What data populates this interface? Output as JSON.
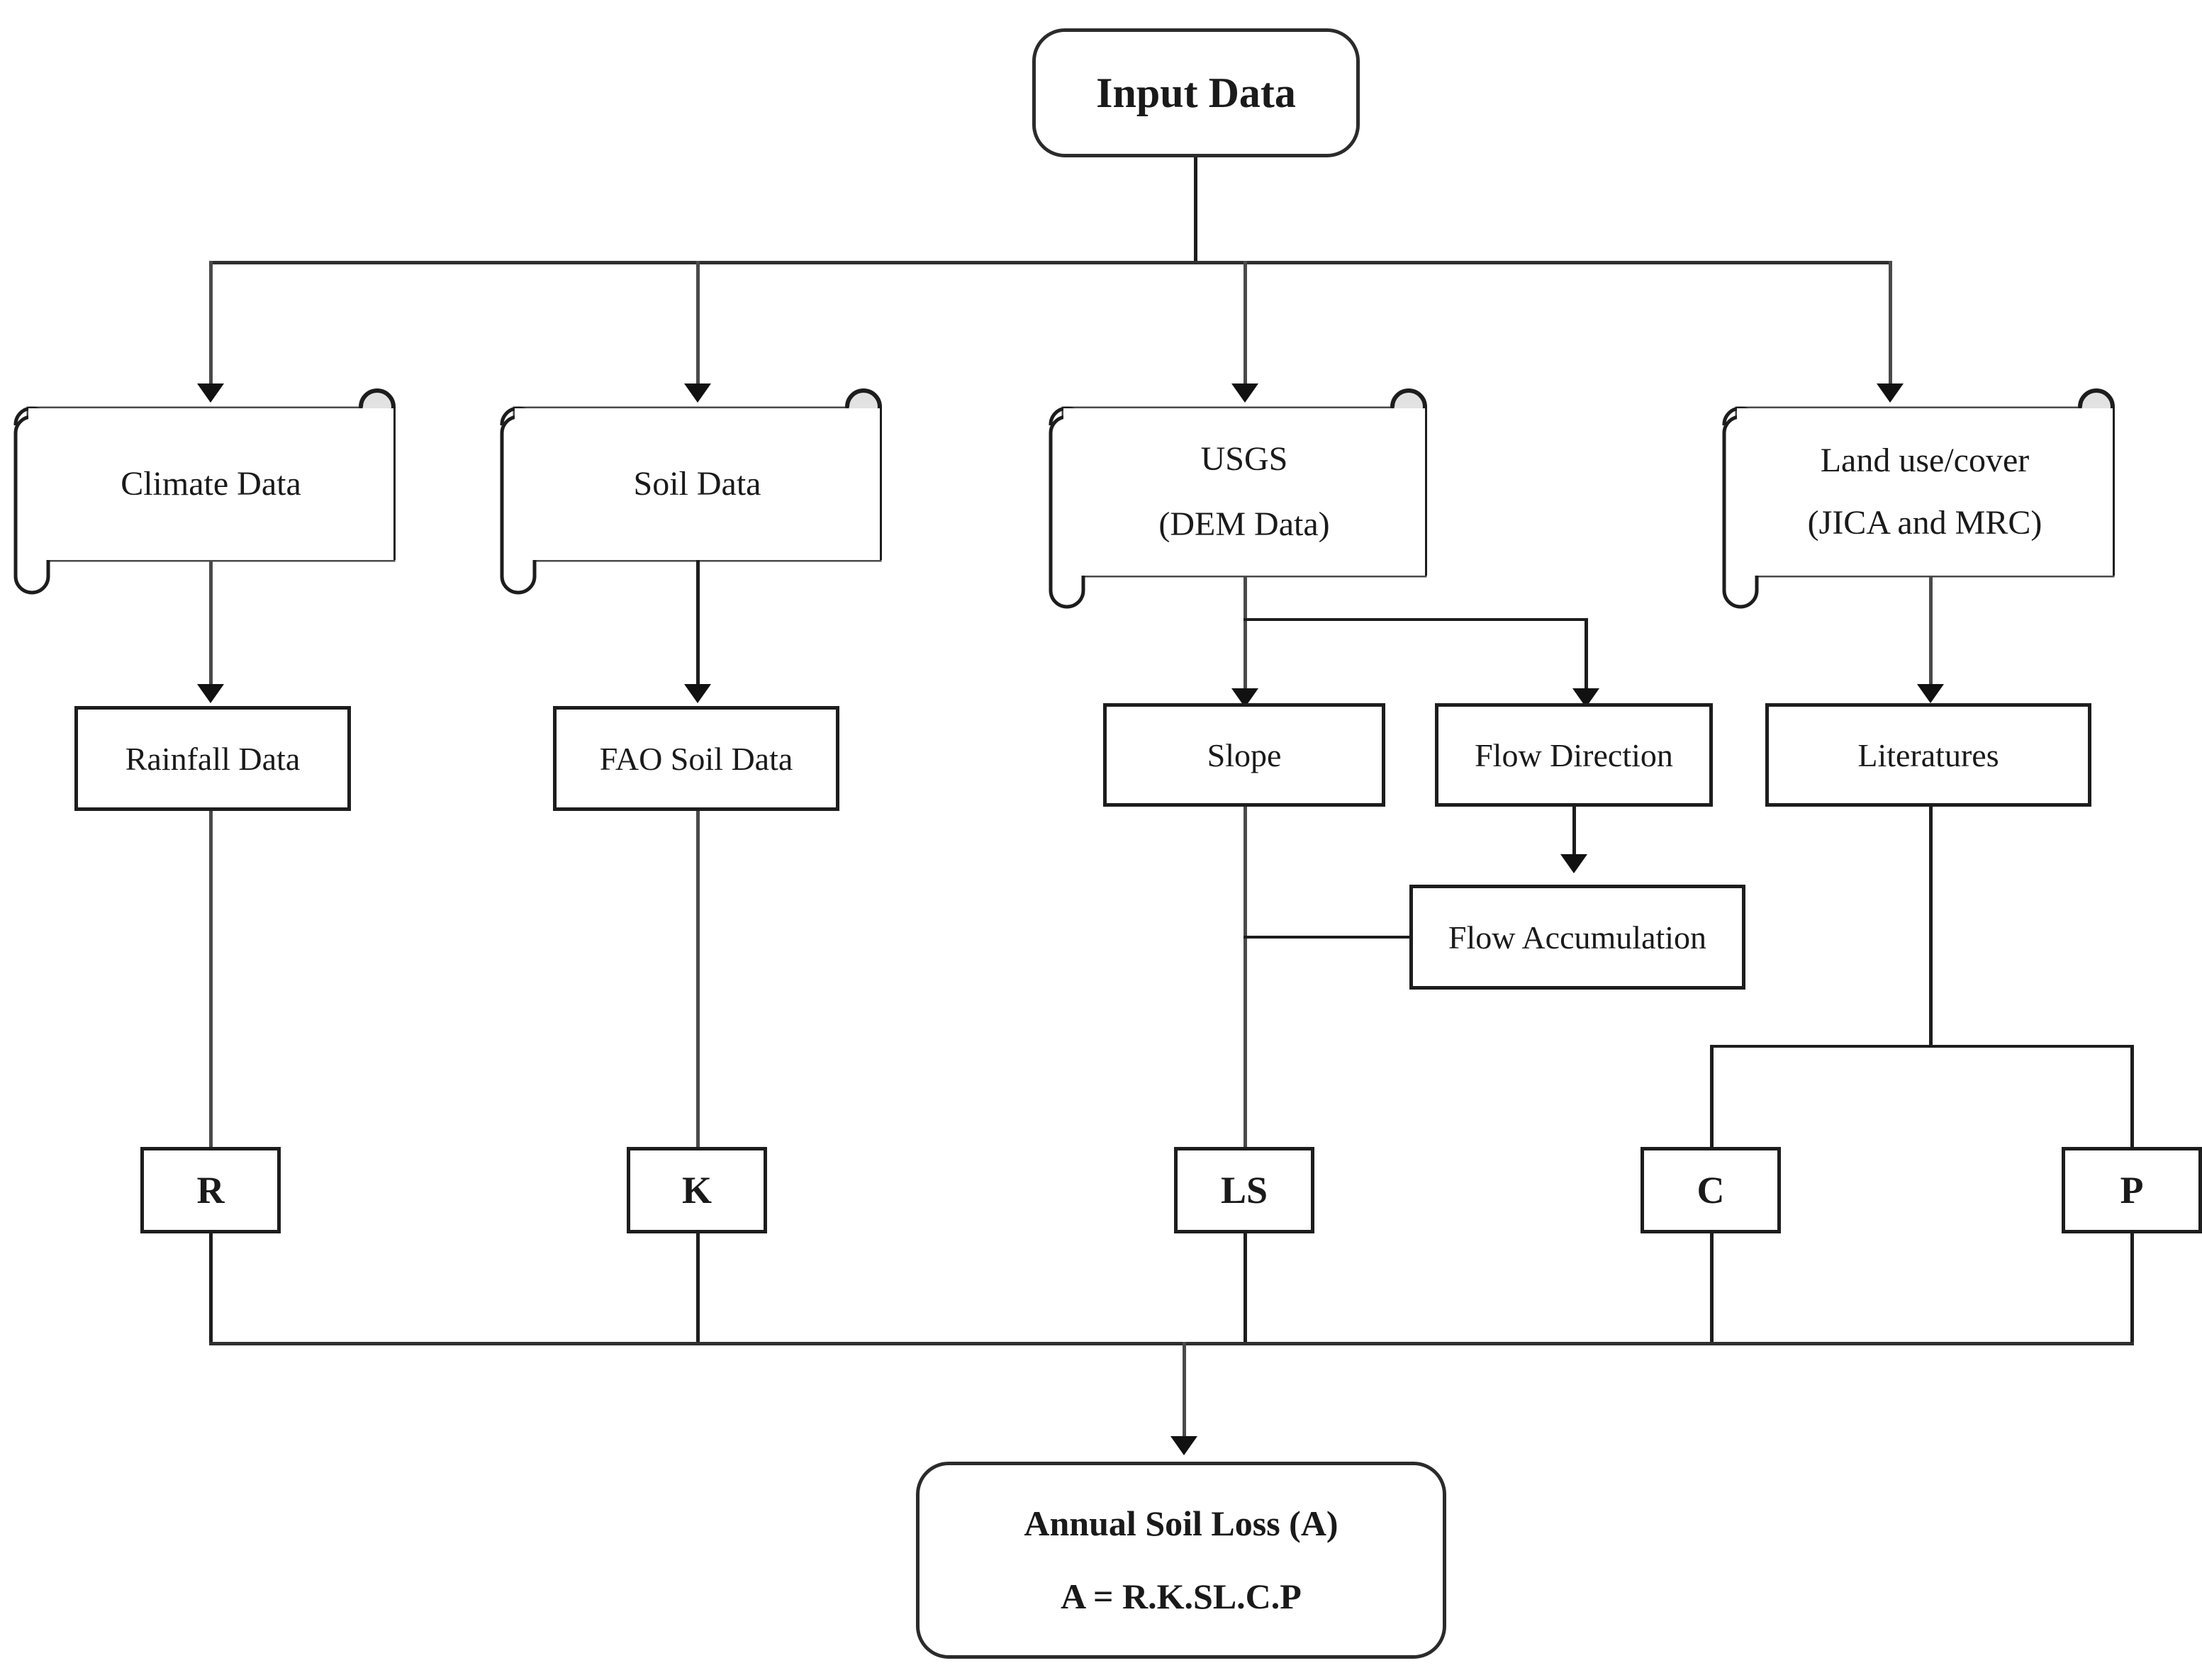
{
  "diagram": {
    "title_node": {
      "label": "Input Data"
    },
    "sources": [
      {
        "id": "climate",
        "line1": "Climate Data",
        "line2": ""
      },
      {
        "id": "soil",
        "line1": "Soil Data",
        "line2": ""
      },
      {
        "id": "usgs",
        "line1": "USGS",
        "line2": "(DEM Data)"
      },
      {
        "id": "landuse",
        "line1": "Land use/cover",
        "line2": "(JICA and MRC)"
      }
    ],
    "processes": [
      {
        "id": "rainfall",
        "label": "Rainfall Data"
      },
      {
        "id": "faosoil",
        "label": "FAO Soil Data"
      },
      {
        "id": "slope",
        "label": "Slope"
      },
      {
        "id": "flowdir",
        "label": "Flow Direction"
      },
      {
        "id": "literature",
        "label": "Literatures"
      },
      {
        "id": "flowacc",
        "label": "Flow Accumulation"
      }
    ],
    "factors": [
      {
        "id": "R",
        "label": "R"
      },
      {
        "id": "K",
        "label": "K"
      },
      {
        "id": "LS",
        "label": "LS"
      },
      {
        "id": "C",
        "label": "C"
      },
      {
        "id": "P",
        "label": "P"
      }
    ],
    "result_node": {
      "line1": "Annual Soil Loss (A)",
      "line2": "A = R.K.SL.C.P"
    },
    "colors": {
      "stroke": "#1d1d1d",
      "connector": "#4a4a4a",
      "text": "#1a1a1a",
      "background": "#ffffff"
    }
  }
}
